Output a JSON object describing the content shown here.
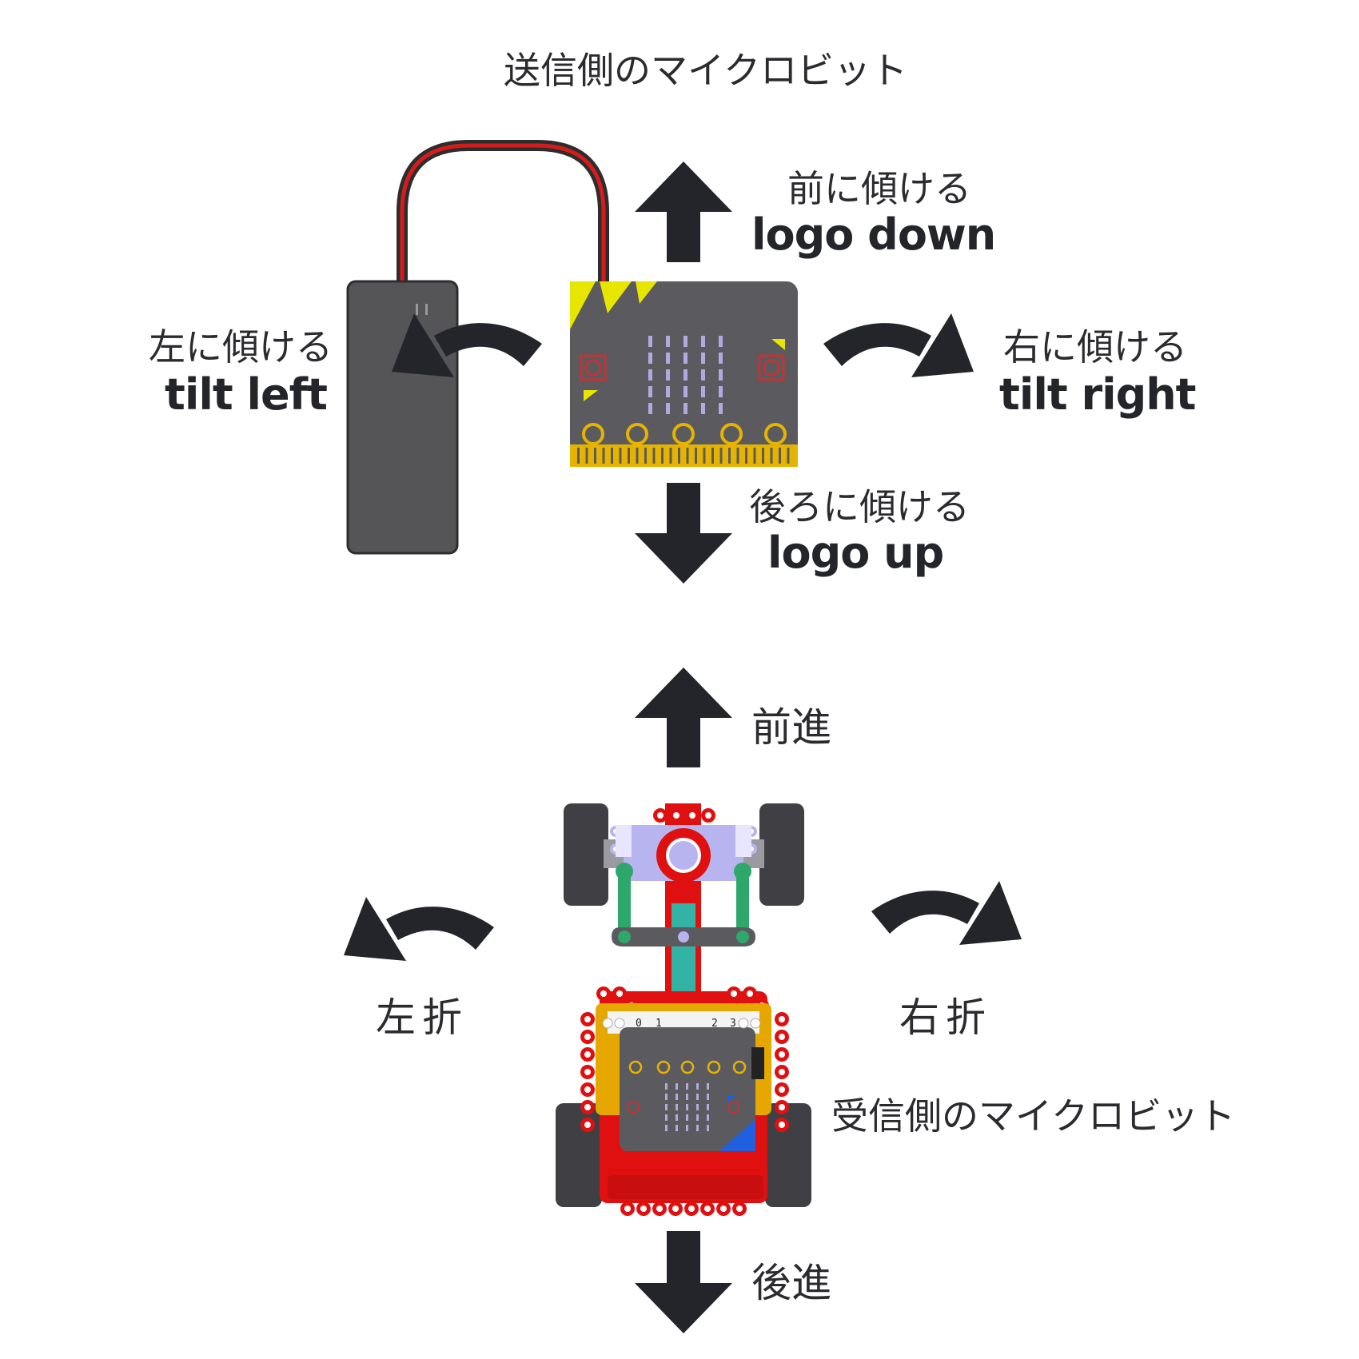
{
  "sender": {
    "title": "送信側のマイクロビット",
    "forward_jp": "前に傾ける",
    "forward_en": "logo down",
    "back_jp": "後ろに傾ける",
    "back_en": "logo up",
    "left_jp": "左に傾ける",
    "left_en": "tilt left",
    "right_jp": "右に傾ける",
    "right_en": "tilt right"
  },
  "receiver": {
    "title": "受信側のマイクロビット",
    "forward": "前進",
    "backward": "後進",
    "left": "左折",
    "right": "右折",
    "pin_labels": [
      "0",
      "1",
      "2",
      "3"
    ]
  },
  "colors": {
    "arrow": "#23252b",
    "board": "#5b5b5f",
    "gold": "#e6b400",
    "yellow": "#e6e600",
    "led": "#b4a8e0",
    "chassis": "#e01010",
    "battery": "#555558",
    "wheel": "#404044",
    "green": "#2ea86a",
    "teal": "#33b3a6",
    "lavender": "#b8b4ef"
  },
  "icons": [
    "up-arrow-icon",
    "down-arrow-icon",
    "curved-left-arrow-icon",
    "curved-right-arrow-icon"
  ]
}
